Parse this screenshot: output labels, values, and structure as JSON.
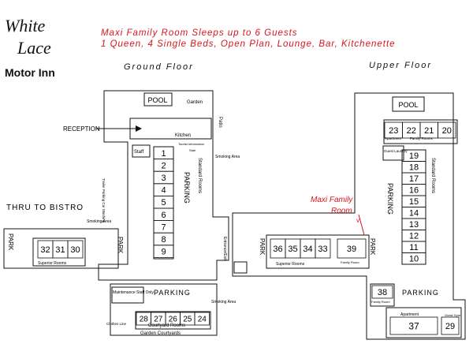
{
  "logo": {
    "line1": "White",
    "line2": "Lace",
    "line3": "Motor Inn"
  },
  "header": {
    "line1": "Maxi Family Room Sleeps up to 6 Guests",
    "line2": "1 Queen, 4 Single Beds, Open Plan, Lounge, Bar, Kitchenette"
  },
  "floors": {
    "ground": "Ground Floor",
    "upper": "Upper Floor"
  },
  "callout": {
    "line1": "Maxi Family",
    "line2": "Room",
    "arrow": "v"
  },
  "labels": {
    "pool": "POOL",
    "garden": "Garden",
    "patio": "Patio",
    "reception": "RECEPTION",
    "kitchen": "Kitchen",
    "staff": "Staff",
    "tourist_info": "Tourist Information",
    "smoking_area": "Smoking Area",
    "smoking_area_2": "Smoking Area",
    "smoking_area_3": "Smoking Area",
    "thru_to_bistro": "THRU TO BISTRO",
    "trailer_parking": "Trailer Parking Car Washing",
    "standard_rooms": "Standard Rooms",
    "standard_rooms_upper": "Standard Rooms",
    "park_ground_center": "PARKING",
    "park_left": "PARK",
    "park_right_ground": "PARK",
    "park_upper_left": "PARK",
    "park_upper_right": "PARK",
    "park_upper_center": "PARKING",
    "superior_rooms": "Superior Rooms",
    "superior_rooms_upper": "Superior Rooms",
    "maintenance": "Maintenance Staff Only",
    "parking_bottom": "PARKING",
    "courtyard_rooms": "Courtyard Rooms",
    "clothes_line": "Clothes Line",
    "garden_courtyards": "Garden Courtyards",
    "entrance_exit": "Entrance/Exit",
    "apartment_top": "Apartment",
    "family_rooms": "Family Rooms",
    "guest_laundry": "Guest Laundry",
    "family_room_39": "Family Room",
    "family_room_38": "Family Room",
    "parking_upper_bottom": "PARKING",
    "apartment_bottom": "Apartment",
    "guest_gym": "Guest Gym",
    "stair": "Stair"
  },
  "rooms": {
    "ground_column": [
      "1",
      "2",
      "3",
      "4",
      "5",
      "6",
      "7",
      "8",
      "9"
    ],
    "ground_superior": [
      "32",
      "31",
      "30"
    ],
    "ground_courtyard": [
      "28",
      "27",
      "26",
      "25",
      "24"
    ],
    "upper_column": [
      "19",
      "18",
      "17",
      "16",
      "15",
      "14",
      "13",
      "12",
      "11",
      "10"
    ],
    "upper_top": [
      "23",
      "22",
      "21",
      "20"
    ],
    "upper_superior": [
      "36",
      "35",
      "34",
      "33"
    ],
    "maxi": "39",
    "family_38": "38",
    "apartment_37": "37",
    "room_29": "29"
  },
  "colors": {
    "accent": "#d9141b",
    "line": "#111111"
  }
}
